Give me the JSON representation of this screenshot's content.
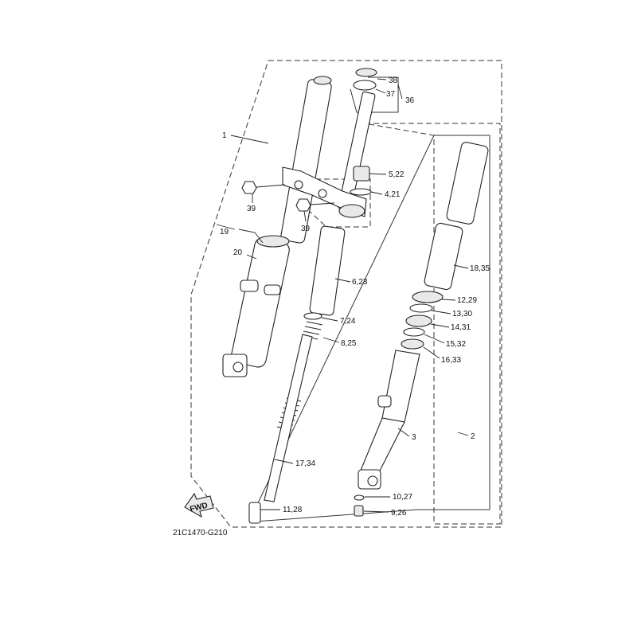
{
  "diagram_code": "21C1470-G210",
  "fwd_label": "FWD",
  "callouts": {
    "c1": "1",
    "c2": "2",
    "c3": "3",
    "c4_21": "4,21",
    "c5_22": "5,22",
    "c6_23": "6,23",
    "c7_24": "7,24",
    "c8_25": "8,25",
    "c9_26": "9,26",
    "c10_27": "10,27",
    "c11_28": "11,28",
    "c12_29": "12,29",
    "c13_30": "13,30",
    "c14_31": "14,31",
    "c15_32": "15,32",
    "c16_33": "16,33",
    "c17_34": "17,34",
    "c18_35": "18,35",
    "c19": "19",
    "c20": "20",
    "c36": "36",
    "c37": "37",
    "c38": "38",
    "c39a": "39",
    "c39b": "39"
  }
}
